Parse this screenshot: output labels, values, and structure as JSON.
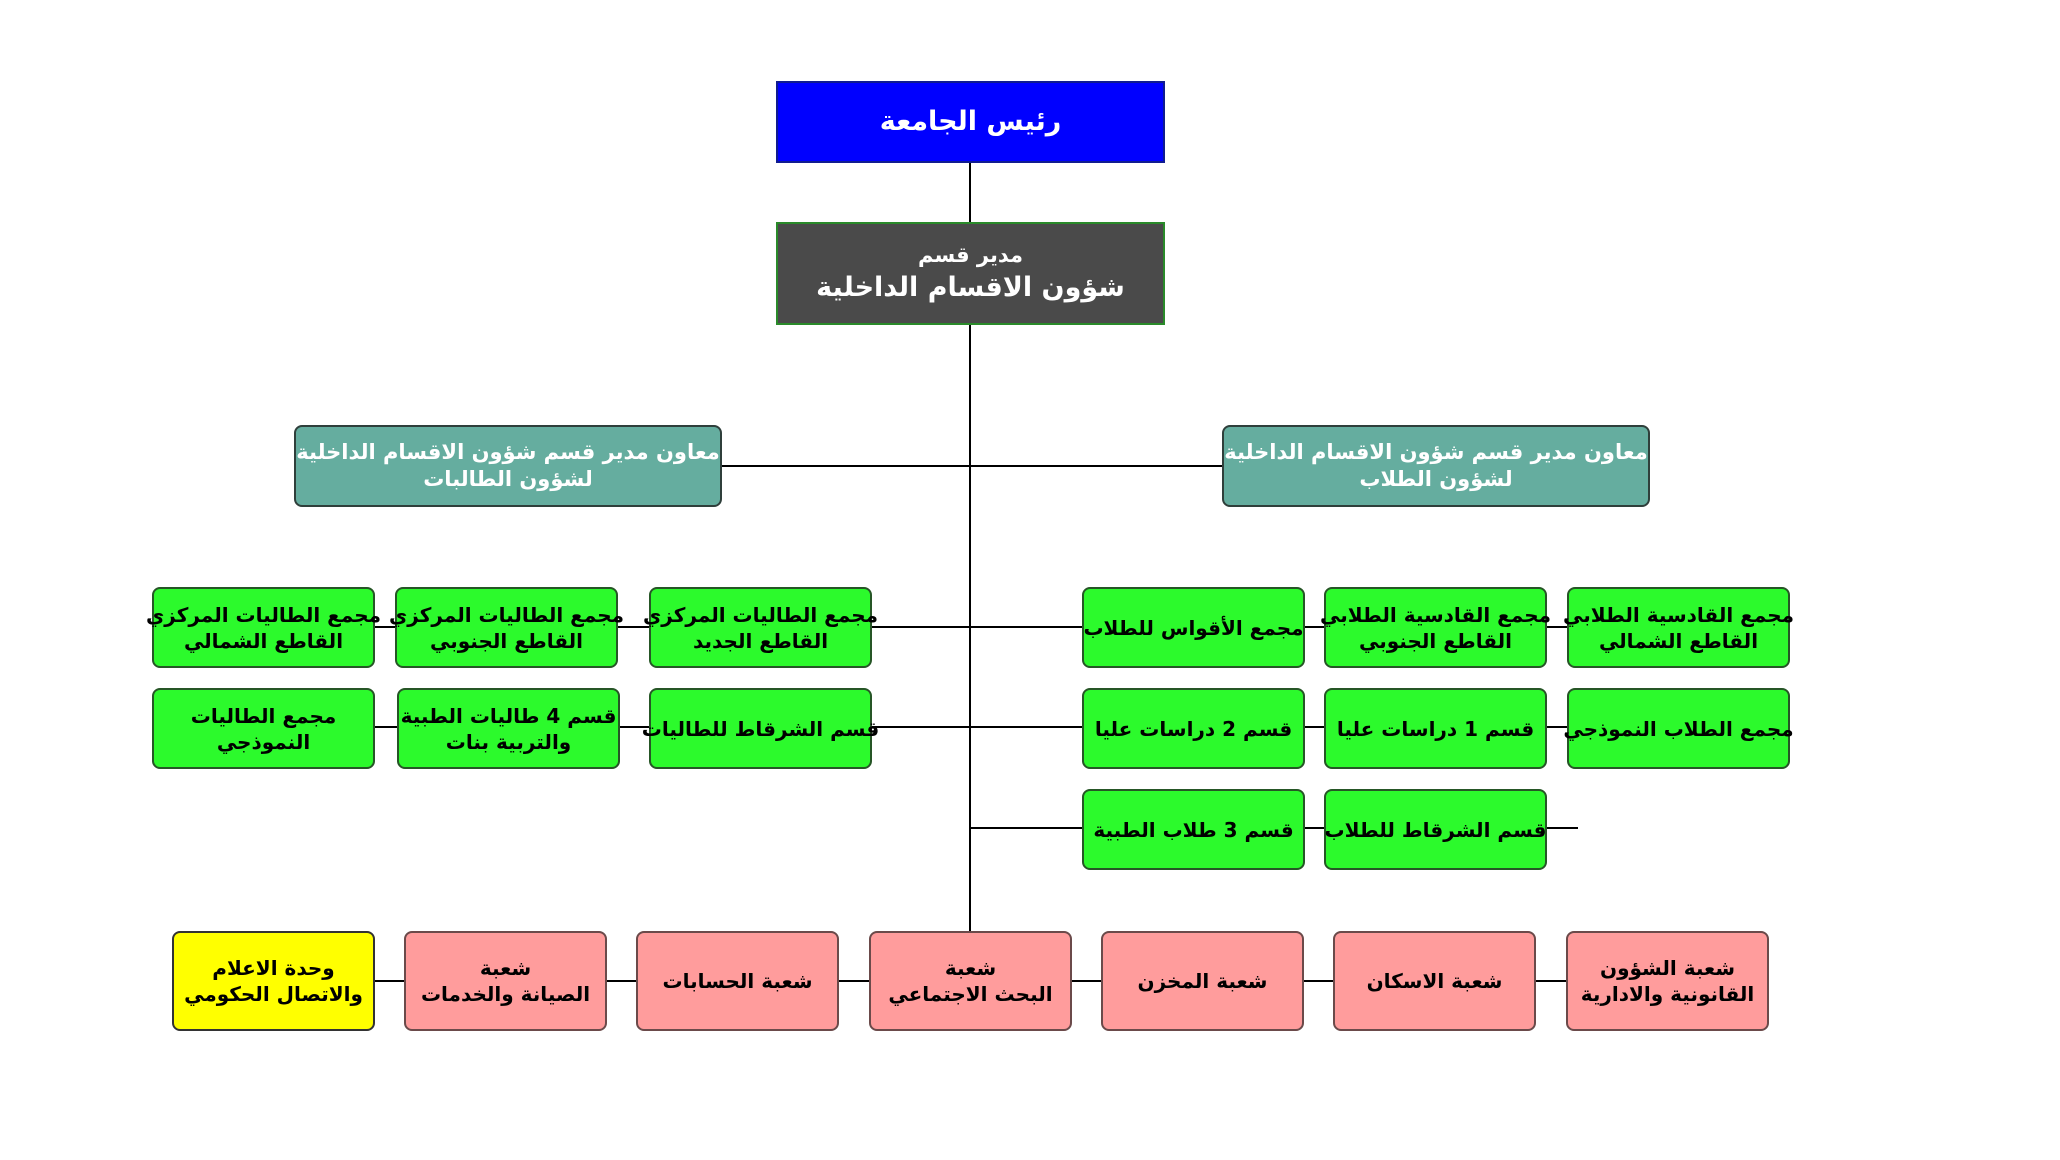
{
  "top": {
    "label": "رئيس الجامعة",
    "color": "#0000ff"
  },
  "manager": {
    "line1": "مدير قسم",
    "line2": "شؤون الاقسام الداخلية",
    "color": "#4a4a4a"
  },
  "deputies": {
    "students": {
      "line1": "معاون مدير قسم شؤون الاقسام الداخلية",
      "line2": "لشؤون الطلاب"
    },
    "female_students": {
      "line1": "معاون مدير قسم شؤون الاقسام الداخلية",
      "line2": "لشؤون الطالبات"
    }
  },
  "student_units": [
    {
      "line1": "مجمع القادسية الطلابي",
      "line2": "القاطع الشمالي"
    },
    {
      "line1": "مجمع القادسية الطلابي",
      "line2": "القاطع الجنوبي"
    },
    {
      "line1": "مجمع الأقواس للطلاب",
      "line2": ""
    },
    {
      "line1": "مجمع الطلاب النموذجي",
      "line2": ""
    },
    {
      "line1": "قسم 1 دراسات عليا",
      "line2": ""
    },
    {
      "line1": "قسم 2 دراسات عليا",
      "line2": ""
    },
    {
      "line1": "قسم الشرقاط للطلاب",
      "line2": ""
    },
    {
      "line1": "قسم 3 طلاب الطبية",
      "line2": ""
    }
  ],
  "female_units": [
    {
      "line1": "مجمع الطاليات المركزي",
      "line2": "القاطع الجديد"
    },
    {
      "line1": "مجمع الطاليات المركزي",
      "line2": "القاطع الجنوبي"
    },
    {
      "line1": "مجمع الطاليات المركزي",
      "line2": "القاطع الشمالي"
    },
    {
      "line1": "قسم الشرقاط للطاليات",
      "line2": ""
    },
    {
      "line1": "قسم 4 طاليات الطبية",
      "line2": "والتربية بنات"
    },
    {
      "line1": "مجمع الطاليات",
      "line2": "النموذجي"
    }
  ],
  "sections": [
    {
      "line1": "شعبة الشؤون",
      "line2": "القانونية والادارية"
    },
    {
      "line1": "شعبة الاسكان",
      "line2": ""
    },
    {
      "line1": "شعبة المخزن",
      "line2": ""
    },
    {
      "line1": "شعبة",
      "line2": "البحث الاجتماعي"
    },
    {
      "line1": "شعبة الحسابات",
      "line2": ""
    },
    {
      "line1": "شعبة",
      "line2": "الصيانة والخدمات"
    },
    {
      "line1": "وحدة الاعلام",
      "line2": "والاتصال الحكومي"
    }
  ],
  "colors": {
    "deputy": "#65ad9f",
    "unit": "#2cfa2c",
    "section": "#ff9c9c",
    "media_unit": "#ffff00",
    "line": "#000000"
  }
}
